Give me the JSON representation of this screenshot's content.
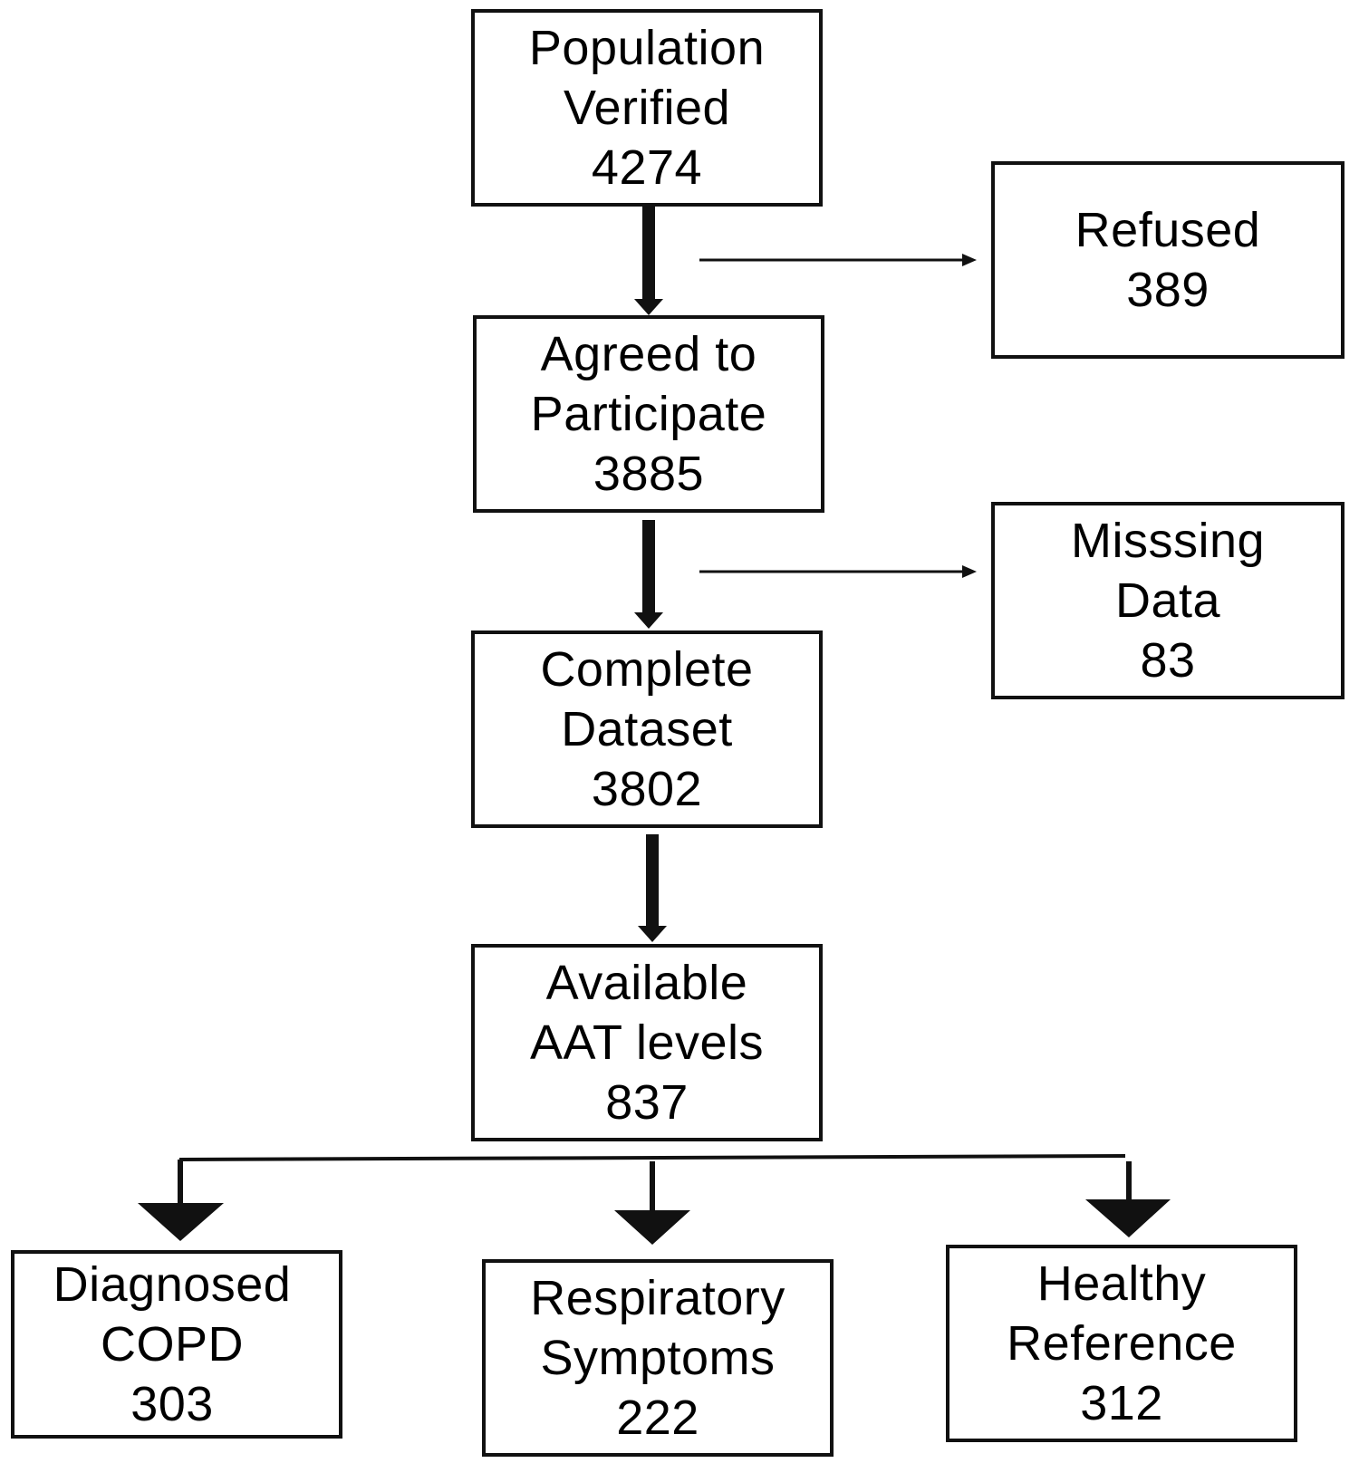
{
  "nodes": {
    "population": {
      "line1": "Population",
      "line2": "Verified",
      "count": "4274"
    },
    "refused": {
      "line1": "Refused",
      "count": "389"
    },
    "agreed": {
      "line1": "Agreed to",
      "line2": "Participate",
      "count": "3885"
    },
    "missing": {
      "line1": "Misssing",
      "line2": "Data",
      "count": "83"
    },
    "complete": {
      "line1": "Complete",
      "line2": "Dataset",
      "count": "3802"
    },
    "aat": {
      "line1": "Available",
      "line2": "AAT levels",
      "count": "837"
    },
    "copd": {
      "line1": "Diagnosed",
      "line2": "COPD",
      "count": "303"
    },
    "respiratory": {
      "line1": "Respiratory",
      "line2": "Symptoms",
      "count": "222"
    },
    "healthy": {
      "line1": "Healthy",
      "line2": "Reference",
      "count": "312"
    }
  },
  "colors": {
    "stroke": "#111111",
    "background": "#ffffff"
  }
}
